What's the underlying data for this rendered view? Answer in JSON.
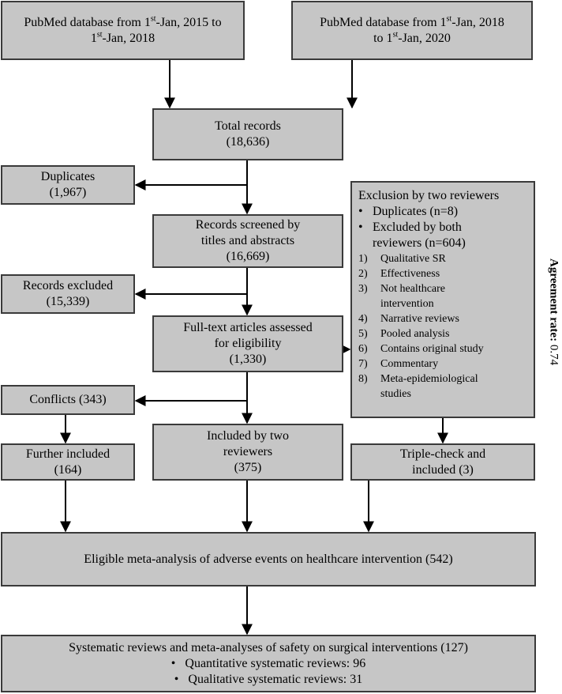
{
  "boxes": {
    "pubmed_2015": {
      "lines": [
        "PubMed database from 1",
        "-Jan, 2015 to",
        "1",
        "-Jan, 2018"
      ],
      "sup": "st"
    },
    "pubmed_2018": {
      "lines": [
        "PubMed database from 1",
        "-Jan, 2018",
        "to 1",
        "-Jan, 2020"
      ],
      "sup": "st"
    },
    "total": {
      "label": "Total records",
      "count": "(18,636)"
    },
    "duplicates": {
      "label": "Duplicates",
      "count": "(1,967)"
    },
    "screened": {
      "lines": [
        "Records screened by",
        "titles and abstracts",
        "(16,669)"
      ]
    },
    "excluded": {
      "label": "Records excluded",
      "count": "(15,339)"
    },
    "fulltext": {
      "lines": [
        "Full-text articles assessed",
        "for eligibility",
        "(1,330)"
      ]
    },
    "conflicts": {
      "label": "Conflicts (343)"
    },
    "further": {
      "label": "Further included",
      "count": "(164)"
    },
    "included_two": {
      "lines": [
        "Included by two",
        "reviewers",
        "(375)"
      ]
    },
    "triple": {
      "lines": [
        "Triple-check and",
        "included (3)"
      ]
    },
    "eligible": {
      "label": "Eligible meta-analysis of adverse events on healthcare intervention (542)"
    },
    "final": {
      "label": "Systematic reviews and meta-analyses of safety on surgical interventions (127)",
      "bullets": [
        "Quantitative systematic reviews: 96",
        "Qualitative systematic reviews: 31"
      ]
    }
  },
  "exclusion": {
    "title": "Exclusion by two reviewers",
    "bullets": [
      "Duplicates (n=8)",
      "Excluded by both",
      "reviewers (n=604)"
    ],
    "items": [
      {
        "n": "1)",
        "text": "Qualitative SR"
      },
      {
        "n": "2)",
        "text": "Effectiveness"
      },
      {
        "n": "3)",
        "text": "Not healthcare"
      },
      {
        "n": "",
        "text": "intervention"
      },
      {
        "n": "4)",
        "text": "Narrative reviews"
      },
      {
        "n": "5)",
        "text": "Pooled analysis"
      },
      {
        "n": "6)",
        "text": "Contains original study"
      },
      {
        "n": "7)",
        "text": "Commentary"
      },
      {
        "n": "8)",
        "text": "Meta-epidemiological"
      },
      {
        "n": "",
        "text": "studies"
      }
    ]
  },
  "side_note": {
    "label": "Agreement rate:",
    "value": "0.74"
  },
  "bullet_glyph": "•"
}
